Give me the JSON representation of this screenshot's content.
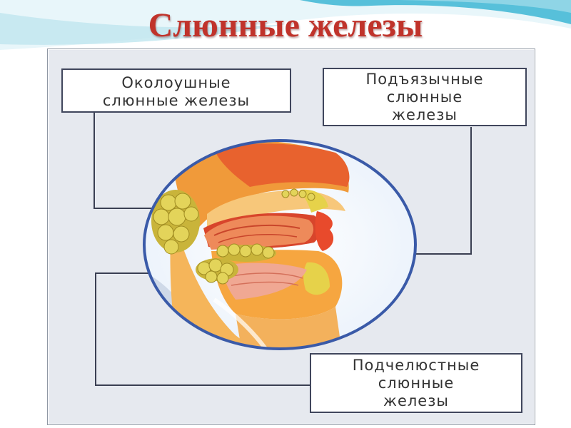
{
  "slide": {
    "title": "Слюнные железы"
  },
  "labels": {
    "parotid": [
      "Околоушные",
      "слюнные железы"
    ],
    "sublingual": [
      "Подъязычные",
      "слюнные",
      "железы"
    ],
    "submandibular": [
      "Подчелюстные",
      "слюнные",
      "железы"
    ]
  },
  "colors": {
    "title": "#c0332b",
    "panel": "#e6e9ef",
    "label_border": "#40465c",
    "leader_line": "#3a3f52",
    "circle_ring": "#3a5aa8",
    "tissue_orange": "#f3a23a",
    "tissue_red": "#e5562a",
    "gland_yellow": "#d9c13a"
  }
}
